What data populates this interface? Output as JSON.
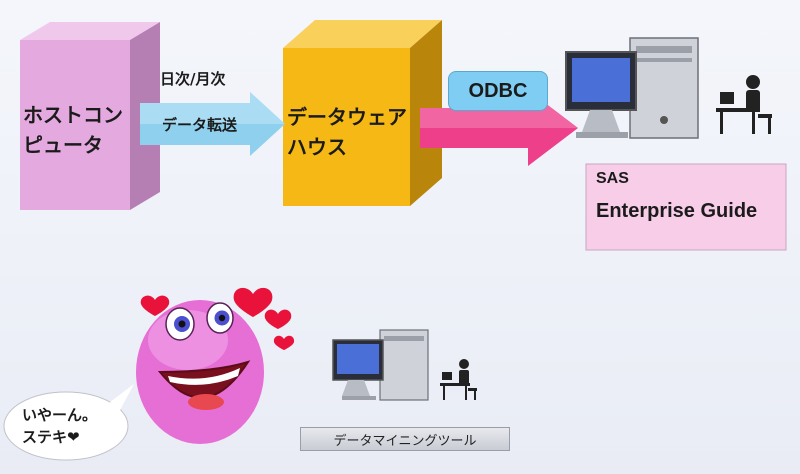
{
  "host_computer": {
    "line1": "ホストコン",
    "line2": "ピュータ"
  },
  "frequency_label": "日次/月次",
  "transfer_label": "データ転送",
  "warehouse": {
    "line1": "データウェア",
    "line2": "ハウス"
  },
  "odbc_label": "ODBC",
  "sas_box": {
    "line1": "SAS",
    "line2": "Enterprise Guide"
  },
  "speech_bubble": {
    "line1": "いやーん。",
    "line2": "ステキ❤"
  },
  "tool_label": "データマイニングツール",
  "colors": {
    "pink_box": "#e4a9df",
    "gold_box": "#f5b814",
    "blue_arrow": "#8fd0ee",
    "magenta_arrow": "#ee3f8b",
    "odbc_bg": "#7fcdf2",
    "sas_bg": "#f7cde8",
    "smiley": "#e66fd6"
  }
}
